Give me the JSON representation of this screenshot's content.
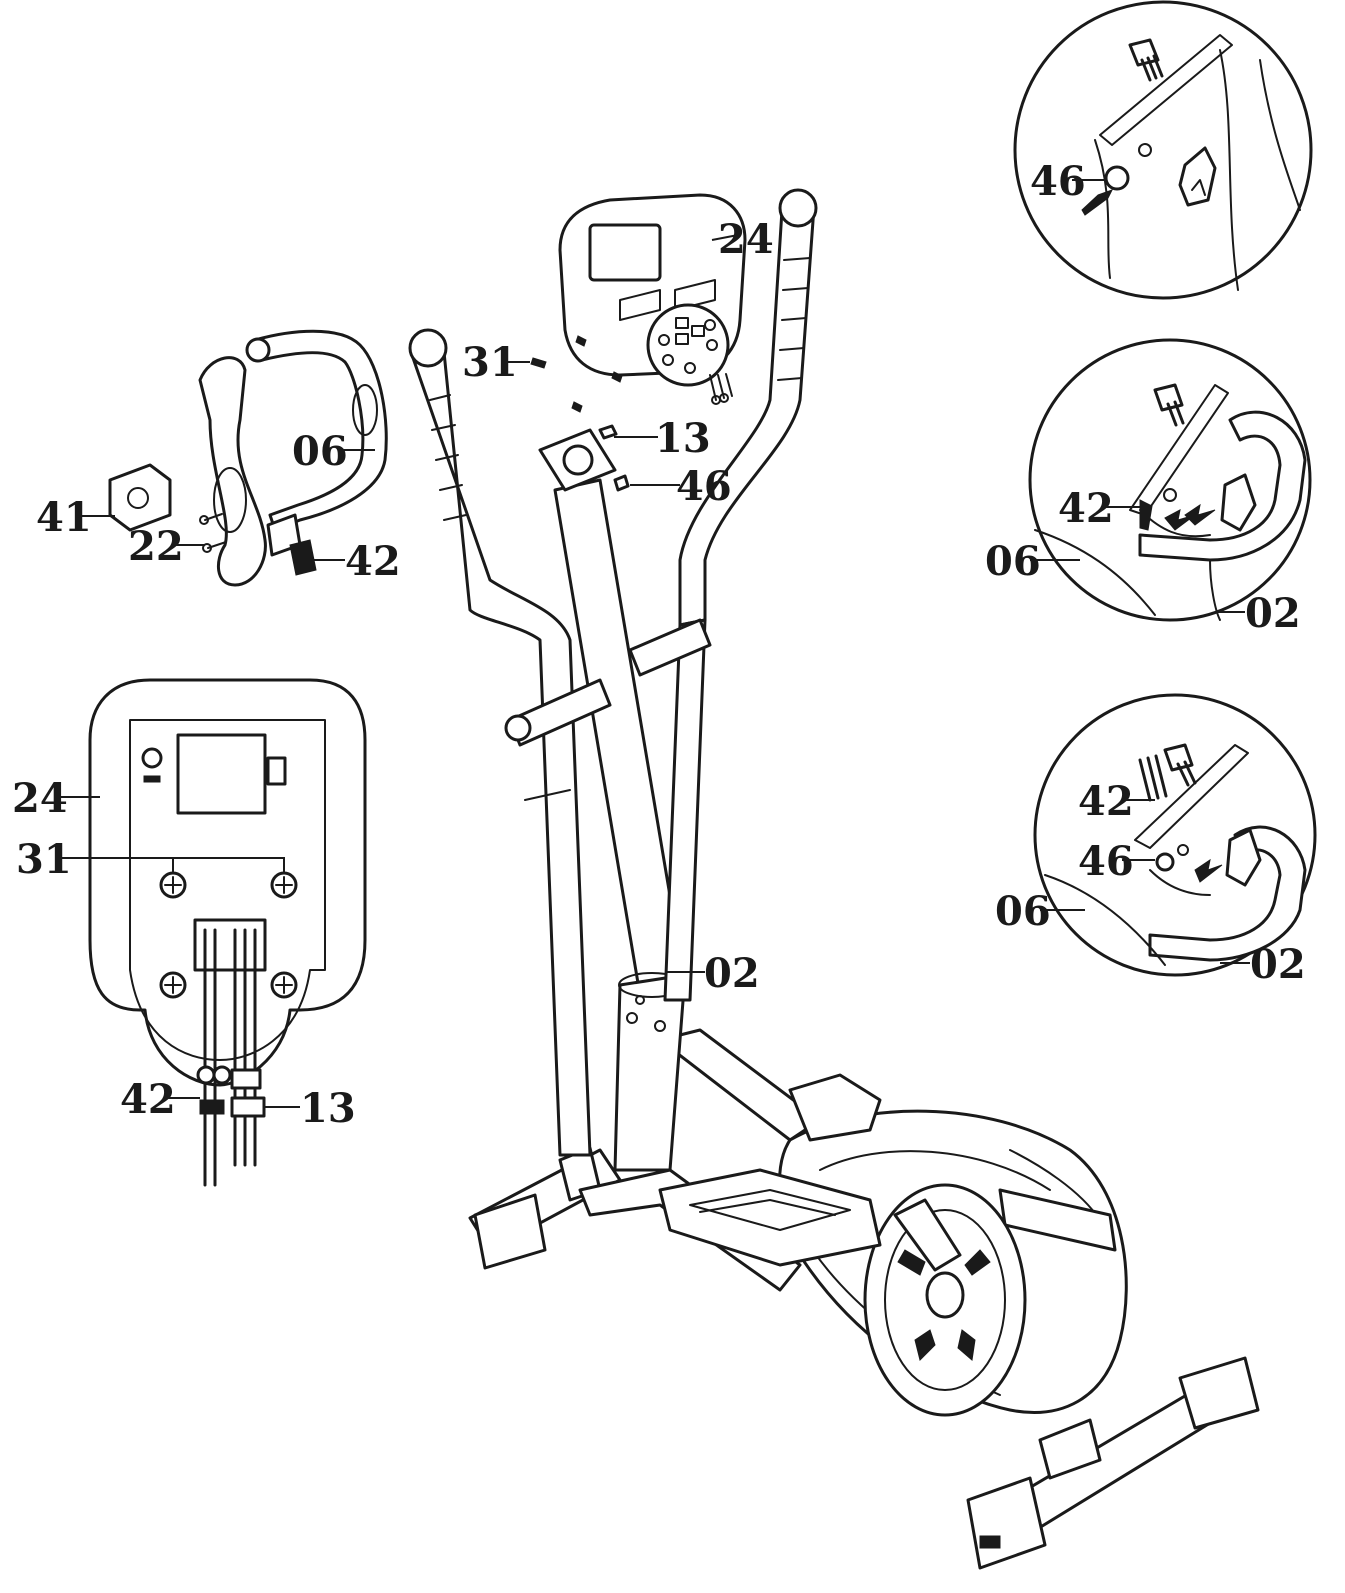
{
  "callouts": {
    "main_24": "24",
    "main_31": "31",
    "main_13": "13",
    "main_46": "46",
    "main_02": "02",
    "handle_06": "06",
    "handle_41": "41",
    "handle_22": "22",
    "handle_42": "42",
    "back_24": "24",
    "back_31": "31",
    "back_42": "42",
    "back_13": "13",
    "d1_46": "46",
    "d2_42": "42",
    "d2_06": "06",
    "d2_02": "02",
    "d3_42": "42",
    "d3_46": "46",
    "d3_06": "06",
    "d3_02": "02"
  },
  "icons": [
    "arrow-icon",
    "screw-icon",
    "knob-icon",
    "connector-icon"
  ],
  "colors": {
    "line": "#1a1a1a",
    "background": "#ffffff"
  }
}
